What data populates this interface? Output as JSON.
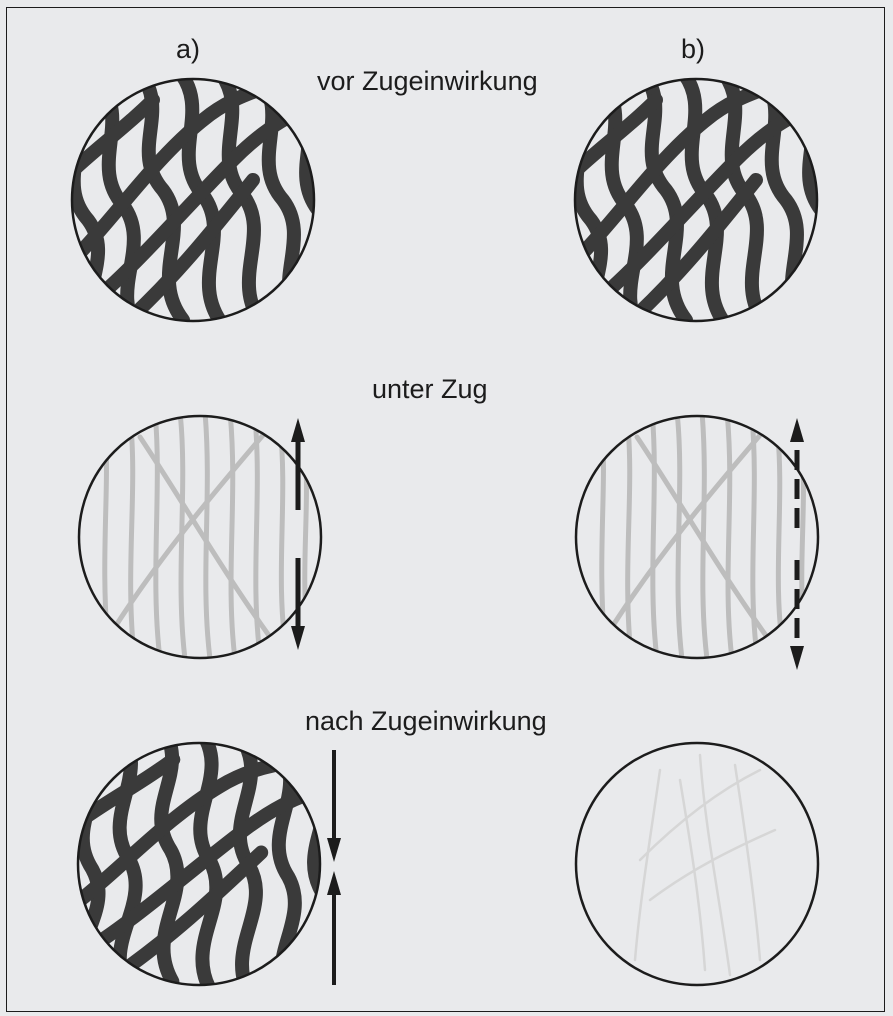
{
  "column_labels": {
    "a": "a)",
    "b": "b)"
  },
  "stage_labels": {
    "before": "vor Zugeinwirkung",
    "under": "unter Zug",
    "after": "nach Zugeinwirkung"
  },
  "colors": {
    "dense_fibers": "#3a3a3a",
    "stretched_fibers": "#bdbdbd",
    "faint_fibers": "#d6d6d6",
    "outline": "#1c1c1c",
    "background": "#e9eaec"
  }
}
